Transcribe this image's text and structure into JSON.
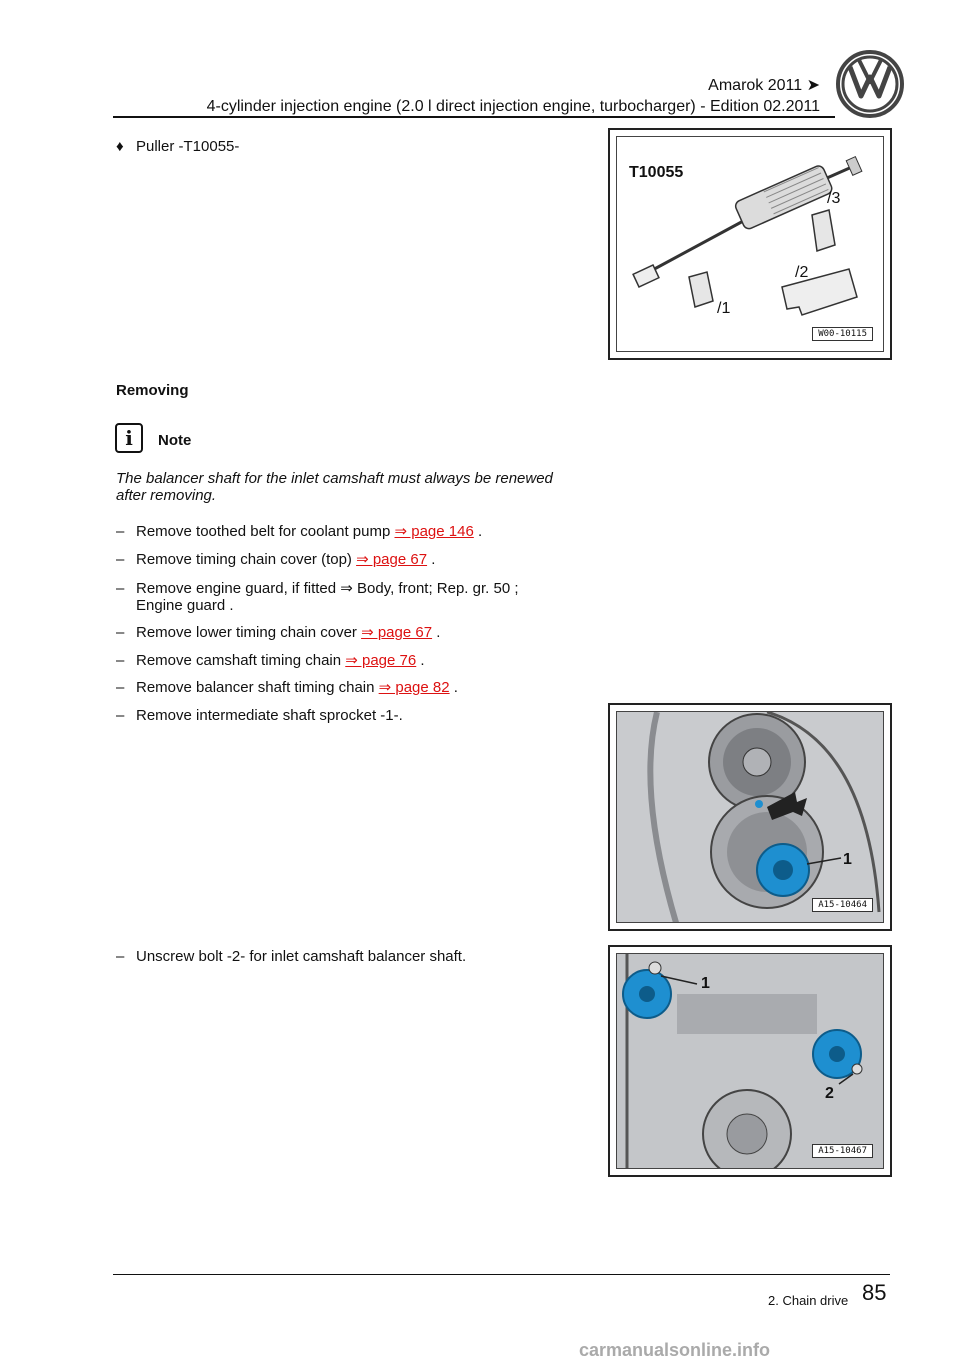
{
  "header": {
    "model": "Amarok 2011 ➤",
    "subtitle": "4-cylinder injection engine (2.0 l direct injection engine, turbocharger) - Edition 02.2011"
  },
  "tool": {
    "bullet": "♦",
    "label": "Puller -T10055-",
    "figure": {
      "title": "T10055",
      "parts": [
        "/3",
        "/2",
        "/1"
      ],
      "code": "W00-10115"
    }
  },
  "section": {
    "heading": "Removing"
  },
  "note": {
    "title": "Note",
    "text": "The balancer shaft for the inlet camshaft must always be renewed after removing."
  },
  "steps": [
    {
      "text": "Remove toothed belt for coolant pump",
      "link": "⇒ page 146",
      "tail": " ."
    },
    {
      "text": "Remove timing chain cover (top)",
      "link": "⇒ page 67",
      "tail": " ."
    },
    {
      "text": "Remove engine guard, if fitted ⇒ Body, front; Rep. gr. 50 ;",
      "link": "",
      "tail": "",
      "cont": "Engine guard ."
    },
    {
      "text": "Remove lower timing chain cover",
      "link": "⇒ page 67",
      "tail": " ."
    },
    {
      "text": "Remove camshaft timing chain",
      "link": "⇒ page 76",
      "tail": " ."
    },
    {
      "text": "Remove balancer shaft timing chain",
      "link": "⇒ page 82",
      "tail": " ."
    },
    {
      "text": "Remove intermediate shaft sprocket -1-.",
      "link": "",
      "tail": ""
    },
    {
      "text": "Unscrew bolt -2- for inlet camshaft balancer shaft.",
      "link": "",
      "tail": ""
    }
  ],
  "figures": {
    "fig2": {
      "callouts": [
        "1"
      ],
      "code": "A15-10464"
    },
    "fig3": {
      "callouts": [
        "1",
        "2"
      ],
      "code": "A15-10467"
    }
  },
  "footer": {
    "chapter": "2. Chain drive",
    "page": "85",
    "site": "carmanualsonline.info"
  },
  "colors": {
    "link": "#dd1111",
    "highlight": "#1e8fd0"
  }
}
